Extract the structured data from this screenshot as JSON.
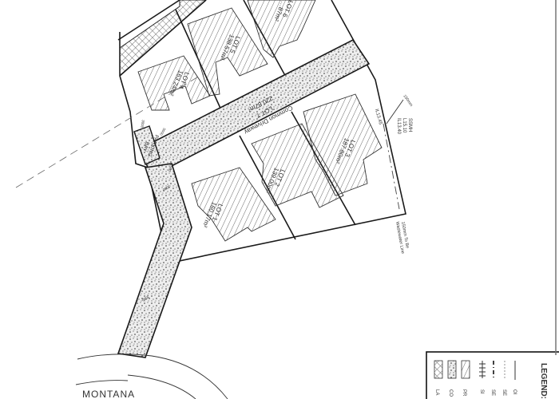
{
  "plan": {
    "lots": [
      {
        "name": "LOT 1",
        "area": "160.17m²"
      },
      {
        "name": "LOT 2",
        "area": "139.00m²"
      },
      {
        "name": "LOT 3",
        "area": "187.80m²"
      },
      {
        "name": "LOT 4",
        "area": "163.24m²"
      },
      {
        "name": "LOT 5",
        "area": "138.57m²"
      },
      {
        "name": "LOT 6",
        "area": "…87m²"
      }
    ],
    "driveway": {
      "title": "Common Driveway",
      "lot": "LOT 7",
      "area": "220.87m²"
    },
    "parking": {
      "line1": "PARKING",
      "line2": "BAY"
    },
    "dimensions": [
      "5000",
      "3000",
      "2500",
      "3000",
      "3000"
    ],
    "manhole": {
      "name": "SSMH",
      "lid": "L15.10",
      "invert": "IL13.40"
    },
    "invert_2": "IL13.45",
    "pipe_1": "150mm",
    "wastewater": {
      "line1": "150mm To Be",
      "line2": "Wastewater Line"
    },
    "street": "MONTANA"
  },
  "legend": {
    "title": "LEGEND:",
    "items": [
      "LA",
      "CO",
      "PR",
      "SI",
      "SE",
      "SE",
      "OI"
    ]
  }
}
